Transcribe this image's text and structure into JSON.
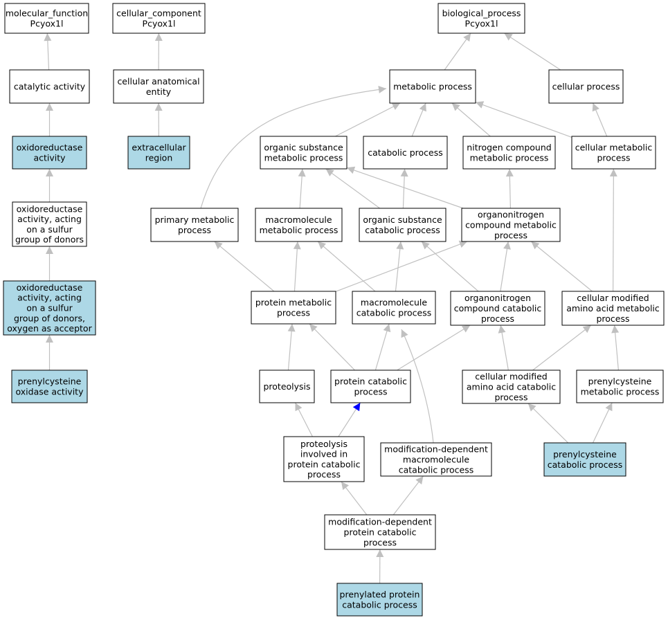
{
  "diagram": {
    "colors": {
      "highlight_fill": "#add8e6",
      "default_fill": "#ffffff",
      "edge": "#c0c0c0",
      "highlight_edge": "#0000ff"
    },
    "nodes": [
      {
        "id": "mf_root",
        "lines": [
          "molecular_function",
          "Pcyox1l"
        ],
        "highlighted": false
      },
      {
        "id": "cc_root",
        "lines": [
          "cellular_component",
          "Pcyox1l"
        ],
        "highlighted": false
      },
      {
        "id": "bp_root",
        "lines": [
          "biological_process",
          "Pcyox1l"
        ],
        "highlighted": false
      },
      {
        "id": "catalytic",
        "lines": [
          "catalytic activity"
        ],
        "highlighted": false
      },
      {
        "id": "cell_anat",
        "lines": [
          "cellular anatomical",
          "entity"
        ],
        "highlighted": false
      },
      {
        "id": "metabolic",
        "lines": [
          "metabolic process"
        ],
        "highlighted": false
      },
      {
        "id": "cellular_proc",
        "lines": [
          "cellular process"
        ],
        "highlighted": false
      },
      {
        "id": "oxidoreductase",
        "lines": [
          "oxidoreductase",
          "activity"
        ],
        "highlighted": true
      },
      {
        "id": "extracellular",
        "lines": [
          "extracellular",
          "region"
        ],
        "highlighted": true
      },
      {
        "id": "org_subst_met",
        "lines": [
          "organic substance",
          "metabolic process"
        ],
        "highlighted": false
      },
      {
        "id": "catabolic",
        "lines": [
          "catabolic process"
        ],
        "highlighted": false
      },
      {
        "id": "nitrogen_met",
        "lines": [
          "nitrogen compound",
          "metabolic process"
        ],
        "highlighted": false
      },
      {
        "id": "cell_met",
        "lines": [
          "cellular metabolic",
          "process"
        ],
        "highlighted": false
      },
      {
        "id": "oxred_sulfur",
        "lines": [
          "oxidoreductase",
          "activity, acting",
          "on a sulfur",
          "group of donors"
        ],
        "highlighted": false
      },
      {
        "id": "primary_met",
        "lines": [
          "primary metabolic",
          "process"
        ],
        "highlighted": false
      },
      {
        "id": "macromol_met",
        "lines": [
          "macromolecule",
          "metabolic process"
        ],
        "highlighted": false
      },
      {
        "id": "org_subst_cat",
        "lines": [
          "organic substance",
          "catabolic process"
        ],
        "highlighted": false
      },
      {
        "id": "orgnitro_met",
        "lines": [
          "organonitrogen",
          "compound metabolic",
          "process"
        ],
        "highlighted": false
      },
      {
        "id": "oxred_oxygen",
        "lines": [
          "oxidoreductase",
          "activity, acting",
          "on a sulfur",
          "group of donors,",
          "oxygen as acceptor"
        ],
        "highlighted": true
      },
      {
        "id": "protein_met",
        "lines": [
          "protein metabolic",
          "process"
        ],
        "highlighted": false
      },
      {
        "id": "macromol_cat",
        "lines": [
          "macromolecule",
          "catabolic process"
        ],
        "highlighted": false
      },
      {
        "id": "orgnitro_cat",
        "lines": [
          "organonitrogen",
          "compound catabolic",
          "process"
        ],
        "highlighted": false
      },
      {
        "id": "cmaa_met",
        "lines": [
          "cellular modified",
          "amino acid metabolic",
          "process"
        ],
        "highlighted": false
      },
      {
        "id": "prenyl_oxidase",
        "lines": [
          "prenylcysteine",
          "oxidase activity"
        ],
        "highlighted": true
      },
      {
        "id": "proteolysis",
        "lines": [
          "proteolysis"
        ],
        "highlighted": false
      },
      {
        "id": "protein_cat",
        "lines": [
          "protein catabolic",
          "process"
        ],
        "highlighted": false
      },
      {
        "id": "cmaa_cat",
        "lines": [
          "cellular modified",
          "amino acid catabolic",
          "process"
        ],
        "highlighted": false
      },
      {
        "id": "prenylcys_met",
        "lines": [
          "prenylcysteine",
          "metabolic process"
        ],
        "highlighted": false
      },
      {
        "id": "proteolysis_cat",
        "lines": [
          "proteolysis",
          "involved in",
          "protein catabolic",
          "process"
        ],
        "highlighted": false
      },
      {
        "id": "moddep_macro",
        "lines": [
          "modification-dependent",
          "macromolecule",
          "catabolic process"
        ],
        "highlighted": false
      },
      {
        "id": "prenylcys_cat",
        "lines": [
          "prenylcysteine",
          "catabolic process"
        ],
        "highlighted": true
      },
      {
        "id": "moddep_prot",
        "lines": [
          "modification-dependent",
          "protein catabolic",
          "process"
        ],
        "highlighted": false
      },
      {
        "id": "prenylated_cat",
        "lines": [
          "prenylated protein",
          "catabolic process"
        ],
        "highlighted": true
      }
    ],
    "edges": [
      {
        "from": "catalytic",
        "to": "mf_root"
      },
      {
        "from": "oxidoreductase",
        "to": "catalytic"
      },
      {
        "from": "oxred_sulfur",
        "to": "oxidoreductase"
      },
      {
        "from": "oxred_oxygen",
        "to": "oxred_sulfur"
      },
      {
        "from": "prenyl_oxidase",
        "to": "oxred_oxygen"
      },
      {
        "from": "cell_anat",
        "to": "cc_root"
      },
      {
        "from": "extracellular",
        "to": "cell_anat"
      },
      {
        "from": "metabolic",
        "to": "bp_root"
      },
      {
        "from": "cellular_proc",
        "to": "bp_root"
      },
      {
        "from": "org_subst_met",
        "to": "metabolic"
      },
      {
        "from": "catabolic",
        "to": "metabolic"
      },
      {
        "from": "nitrogen_met",
        "to": "metabolic"
      },
      {
        "from": "cell_met",
        "to": "metabolic"
      },
      {
        "from": "primary_met",
        "to": "metabolic",
        "curved": true
      },
      {
        "from": "cell_met",
        "to": "cellular_proc"
      },
      {
        "from": "macromol_met",
        "to": "org_subst_met"
      },
      {
        "from": "org_subst_cat",
        "to": "org_subst_met"
      },
      {
        "from": "org_subst_cat",
        "to": "catabolic"
      },
      {
        "from": "orgnitro_met",
        "to": "org_subst_met"
      },
      {
        "from": "orgnitro_met",
        "to": "nitrogen_met"
      },
      {
        "from": "protein_met",
        "to": "primary_met"
      },
      {
        "from": "protein_met",
        "to": "macromol_met"
      },
      {
        "from": "protein_met",
        "to": "orgnitro_met"
      },
      {
        "from": "macromol_cat",
        "to": "macromol_met"
      },
      {
        "from": "macromol_cat",
        "to": "org_subst_cat"
      },
      {
        "from": "orgnitro_cat",
        "to": "org_subst_cat"
      },
      {
        "from": "orgnitro_cat",
        "to": "orgnitro_met"
      },
      {
        "from": "cmaa_met",
        "to": "orgnitro_met"
      },
      {
        "from": "cmaa_met",
        "to": "cell_met"
      },
      {
        "from": "proteolysis",
        "to": "protein_met"
      },
      {
        "from": "protein_cat",
        "to": "protein_met"
      },
      {
        "from": "protein_cat",
        "to": "macromol_cat"
      },
      {
        "from": "protein_cat",
        "to": "orgnitro_cat"
      },
      {
        "from": "cmaa_cat",
        "to": "orgnitro_cat"
      },
      {
        "from": "cmaa_cat",
        "to": "cmaa_met"
      },
      {
        "from": "prenylcys_met",
        "to": "cmaa_met"
      },
      {
        "from": "proteolysis_cat",
        "to": "proteolysis"
      },
      {
        "from": "proteolysis_cat",
        "to": "protein_cat",
        "highlighted": true
      },
      {
        "from": "moddep_macro",
        "to": "macromol_cat",
        "curved": true
      },
      {
        "from": "prenylcys_cat",
        "to": "cmaa_cat"
      },
      {
        "from": "prenylcys_cat",
        "to": "prenylcys_met"
      },
      {
        "from": "moddep_prot",
        "to": "proteolysis_cat"
      },
      {
        "from": "moddep_prot",
        "to": "moddep_macro"
      },
      {
        "from": "prenylated_cat",
        "to": "moddep_prot"
      }
    ]
  }
}
